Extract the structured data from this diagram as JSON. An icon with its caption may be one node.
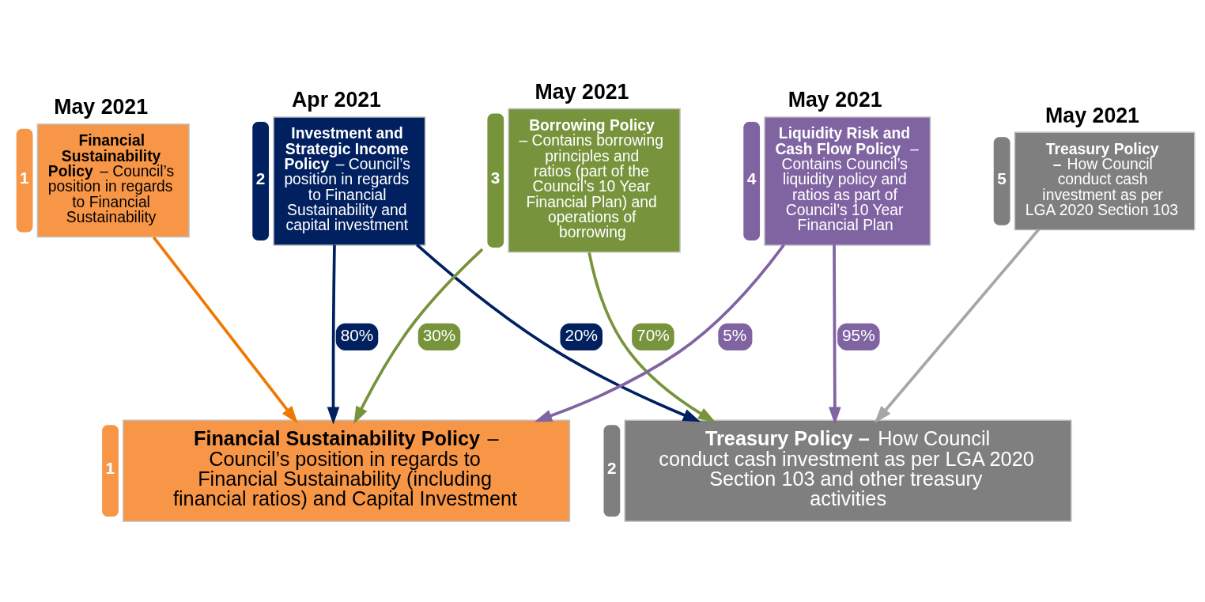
{
  "diagram": {
    "nodes": [
      {
        "text": [
          "**Financial Sustainability Policy** – Council’s position in regards to Financial Sustainability"
        ],
        "beside": [
          "May 2021",
          "1"
        ]
      },
      {
        "text": [
          "**Investment and Strategic Income Policy** – Council’s position in regards to Financial Sustainability and capital investment"
        ],
        "beside": [
          "Apr 2021",
          "2"
        ]
      },
      {
        "text": [
          "**Borrowing Policy** – Contains borrowing principles and ratios (part of the Council’s 10 Year Financial Plan) and operations of borrowing"
        ],
        "beside": [
          "May 2021",
          "3"
        ]
      },
      {
        "text": [
          "**Liquidity Risk and Cash Flow Policy** – Contains Council’s liquidity policy and ratios as part of Council’s 10 Year Financial Plan"
        ],
        "beside": [
          "May 2021",
          "4"
        ]
      },
      {
        "text": [
          "**Treasury Policy –** How Council conduct cash investment as per LGA 2020 Section 103"
        ],
        "beside": [
          "May 2021",
          "5"
        ]
      },
      {
        "text": [
          "**Financial Sustainability Policy** – Council’s position in regards to Financial Sustainability (including financial ratios) and Capital Investment"
        ],
        "beside": [
          "1"
        ]
      },
      {
        "text": [
          "**Treasury Policy –** How Council conduct cash investment as per LGA 2020 Section 103 and other treasury activities"
        ],
        "beside": [
          "2"
        ]
      }
    ],
    "edges": [
      {
        "from": 0,
        "to": 5,
        "arrow": "to",
        "color": "#f07800"
      },
      {
        "from": 1,
        "to": 5,
        "arrow": "to",
        "label": "80%",
        "color": "#002060"
      },
      {
        "from": 1,
        "to": 6,
        "arrow": "to",
        "label": "20%",
        "color": "#002060"
      },
      {
        "from": 2,
        "to": 5,
        "arrow": "to",
        "label": "30%",
        "color": "#77933c"
      },
      {
        "from": 2,
        "to": 6,
        "arrow": "to",
        "label": "70%",
        "color": "#77933c"
      },
      {
        "from": 3,
        "to": 5,
        "arrow": "to",
        "label": "5%",
        "color": "#8064a2"
      },
      {
        "from": 3,
        "to": 6,
        "arrow": "to",
        "label": "95%",
        "color": "#8064a2"
      },
      {
        "from": 4,
        "to": 6,
        "arrow": "to",
        "color": "#a6a6a6"
      }
    ]
  }
}
